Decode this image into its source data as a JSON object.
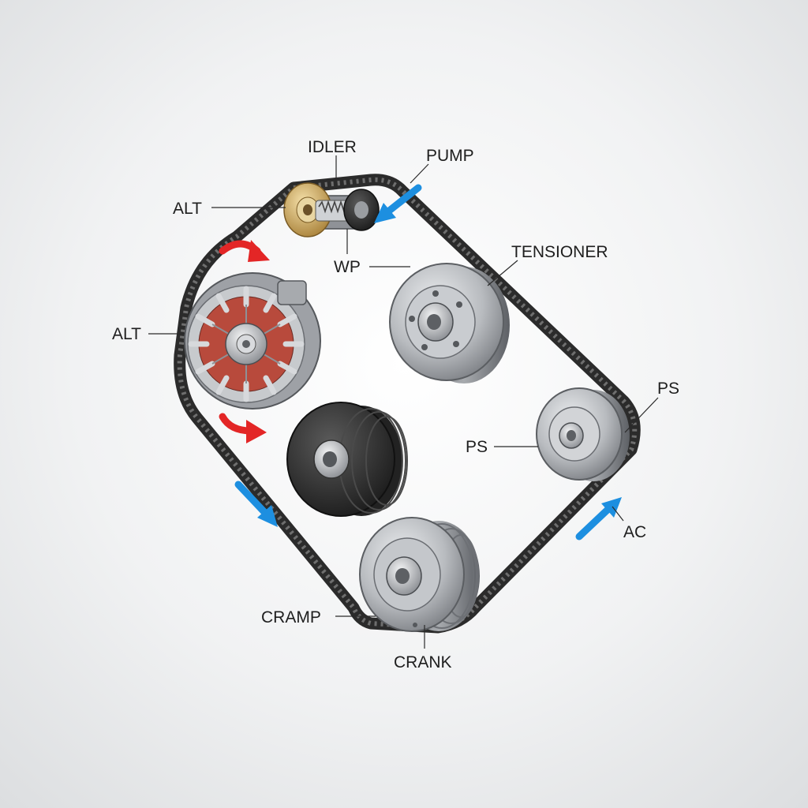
{
  "labels": {
    "idler": "IDLER",
    "pump": "PUMP",
    "alt_top": "ALT",
    "wp": "WP",
    "tensioner": "TENSIONER",
    "alt_left": "ALT",
    "ps_right": "PS",
    "ps_left": "PS",
    "ac": "AC",
    "cramp": "CRAMP",
    "crank": "CRANK"
  },
  "colors": {
    "belt": "#2b2b2b",
    "rotation_arrow": "#e32626",
    "flow_arrow": "#1d8fe0",
    "pulley_metal": "#b9bcc0",
    "idler_brass": "#d8b46a",
    "dark_pulley": "#333333"
  },
  "icons": {
    "rotation": "curved-arrow-icon",
    "belt_direction": "straight-arrow-icon"
  }
}
